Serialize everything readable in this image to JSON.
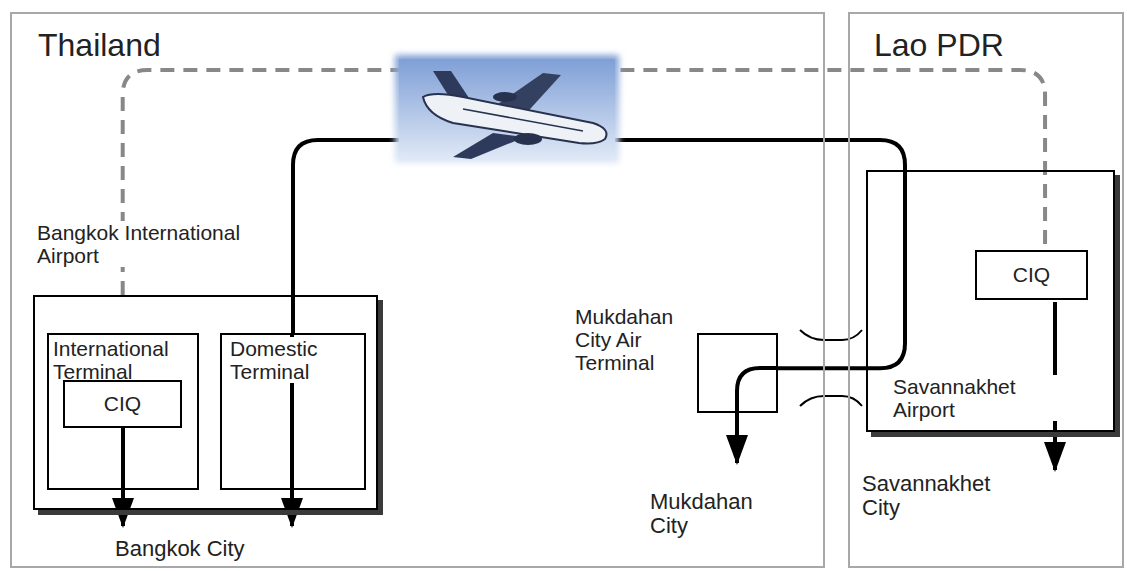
{
  "diagram": {
    "nodes": [
      {
        "text": [
          "Thailand"
        ]
      },
      {
        "text": [
          "Lao PDR"
        ]
      },
      {
        "text": [
          "Bangkok International Airport"
        ],
        "in": 0
      },
      {
        "text": [
          "International Terminal"
        ],
        "in": 2
      },
      {
        "text": [
          "CIQ"
        ],
        "in": 3
      },
      {
        "text": [
          "Domestic Terminal"
        ],
        "in": 2
      },
      {
        "text": [
          "Mukdahan City Air Terminal"
        ],
        "in": 0
      },
      {
        "text": [
          "Savannakhet Airport"
        ],
        "in": 1
      },
      {
        "text": [
          "CIQ"
        ],
        "in": 7
      }
    ],
    "edges": [
      {
        "from": 5,
        "to": 6,
        "arrow": "none"
      },
      {
        "from": 2,
        "to": 8,
        "arrow": "none"
      }
    ],
    "labels": [
      "Bangkok City",
      "Mukdahan City",
      "Savannakhet City"
    ]
  }
}
